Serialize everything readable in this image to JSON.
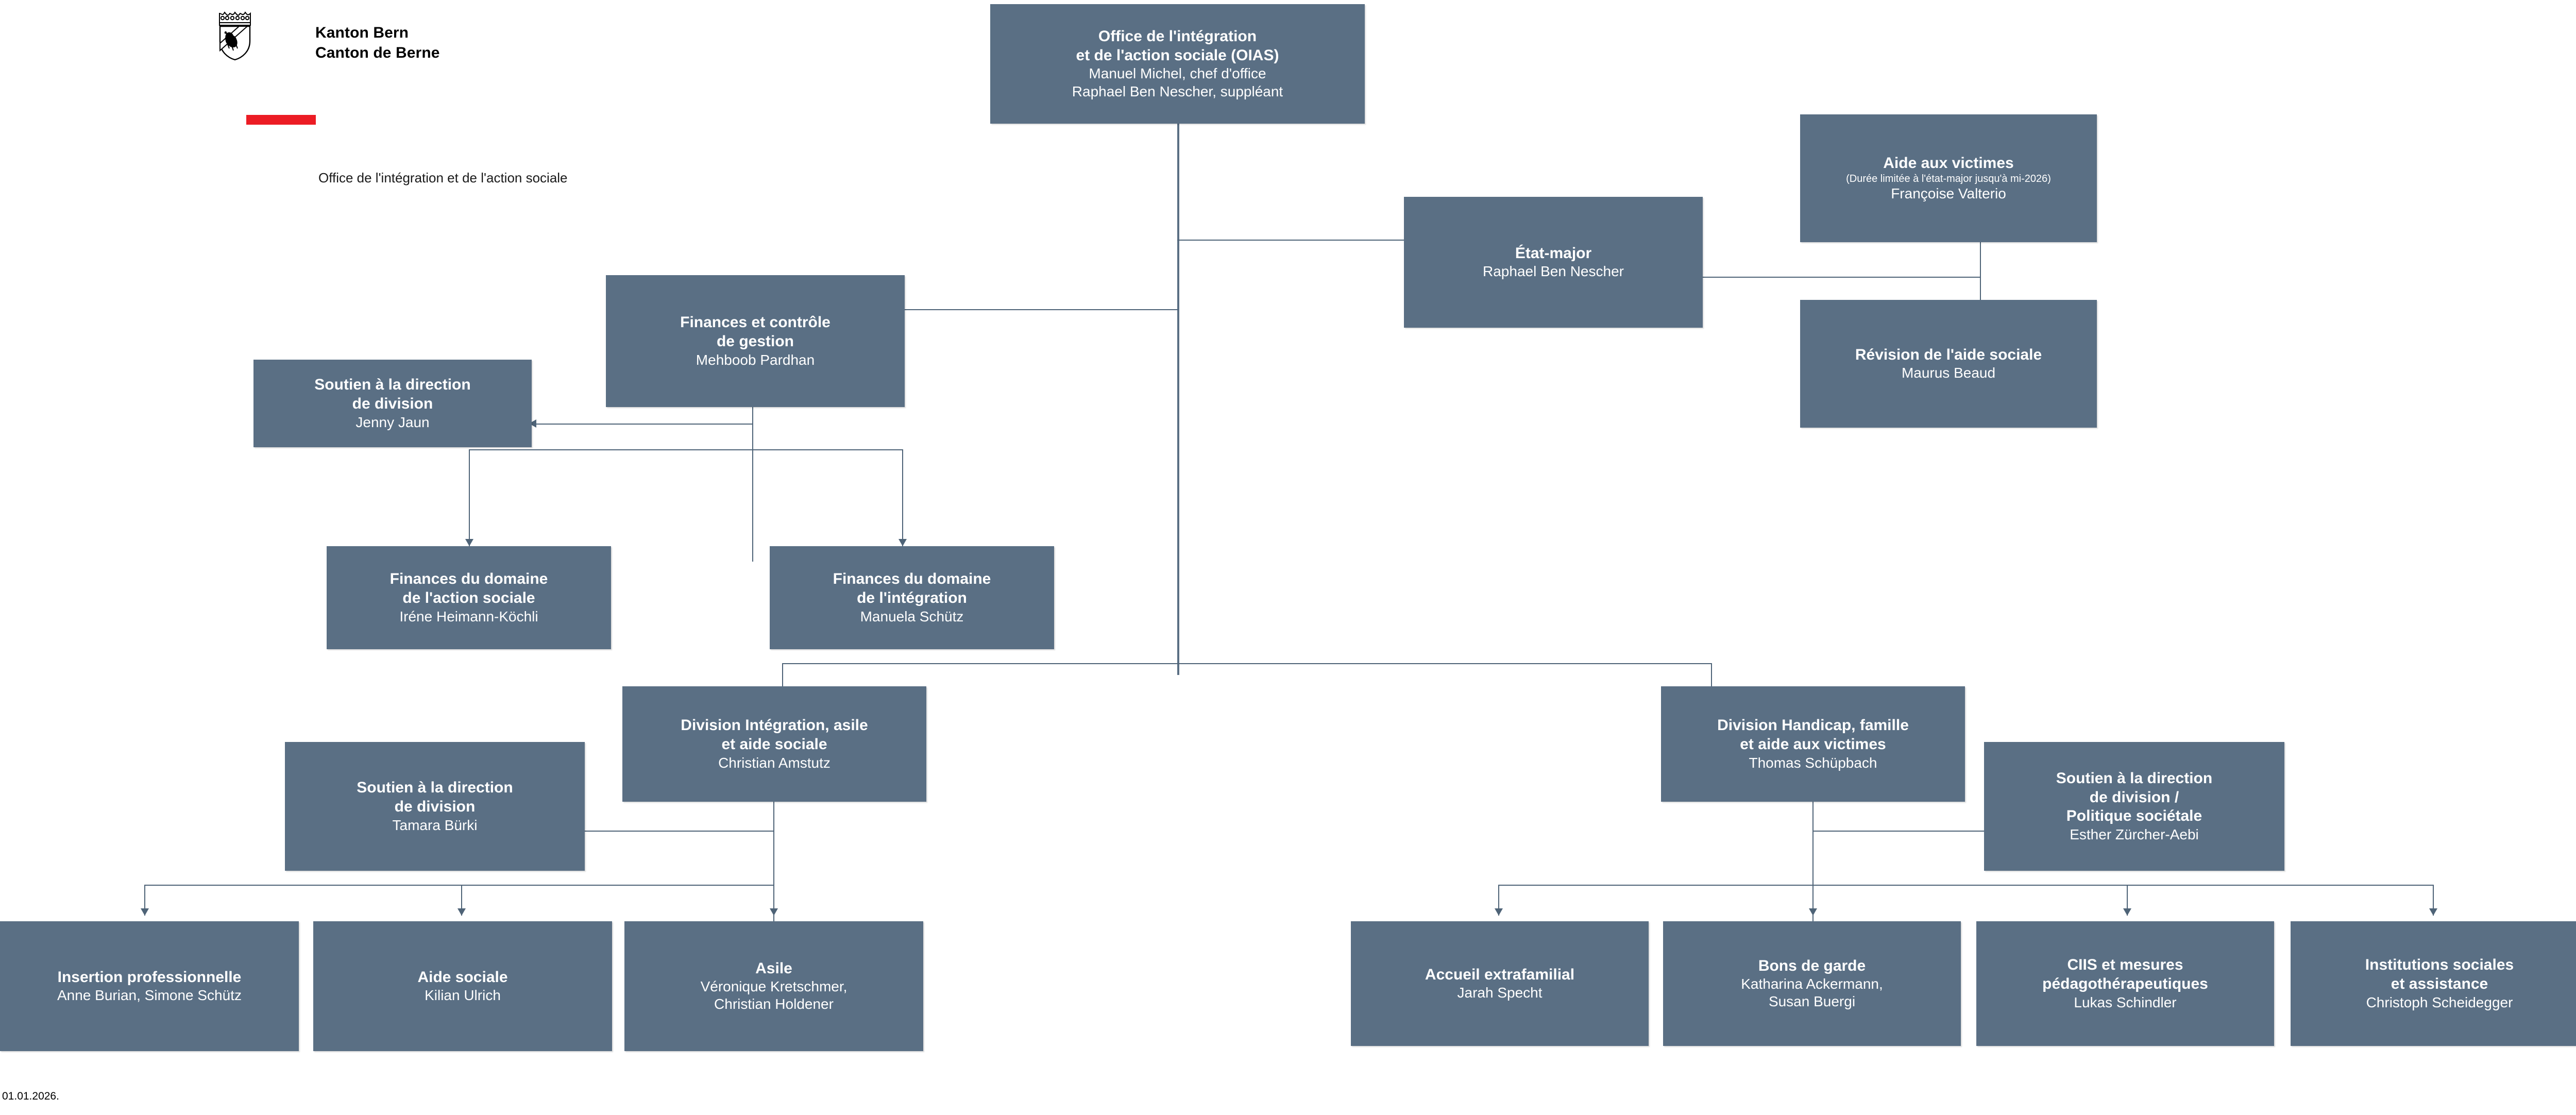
{
  "logo": {
    "line1": "Kanton Bern",
    "line2": "Canton de Berne",
    "accent_color": "#ec1c24",
    "coat_of_arms_alt": "bern-coat-of-arms"
  },
  "office_subtitle": "Office de l'intégration et de l'action sociale",
  "footer": {
    "date": "01.01.2026."
  },
  "theme": {
    "node_fill": "#5a6f84",
    "node_text": "#ffffff",
    "connector": "#4e6377",
    "background": "#ffffff"
  },
  "chart_data": {
    "type": "diagram",
    "title": "Office de l'intégration et de l'action sociale (OIAS) — organigramme",
    "nodes": [
      {
        "id": "oias",
        "title": "Office de l'intégration\net de l'action sociale (OIAS)",
        "sub": "Manuel Michel, chef d'office\nRaphael Ben Nescher, suppléant",
        "level": 0
      },
      {
        "id": "etat-major",
        "title": "État-major",
        "sub": "Raphael Ben Nescher",
        "level": 1
      },
      {
        "id": "aide-aux-victimes",
        "title": "Aide aux victimes",
        "note": "(Durée limitée à l'état-major jusqu'à mi-2026)",
        "sub": "Françoise Valterio",
        "level": 2
      },
      {
        "id": "revision-aide-sociale",
        "title": "Révision de l'aide sociale",
        "sub": "Maurus Beaud",
        "level": 2
      },
      {
        "id": "finances-controle",
        "title": "Finances et contrôle\nde gestion",
        "sub": "Mehboob Pardhan",
        "level": 1
      },
      {
        "id": "soutien-direction-division-finances",
        "title": "Soutien à la direction\nde division",
        "sub": "Jenny Jaun",
        "level": 2
      },
      {
        "id": "finances-action-sociale",
        "title": "Finances du domaine\nde l'action sociale",
        "sub": "Iréne Heimann-Köchli",
        "level": 2
      },
      {
        "id": "finances-integration",
        "title": "Finances du domaine\nde l'intégration",
        "sub": "Manuela Schütz",
        "level": 2
      },
      {
        "id": "division-integration",
        "title": "Division Intégration, asile\net aide sociale",
        "sub": "Christian Amstutz",
        "level": 1
      },
      {
        "id": "soutien-direction-division-integration",
        "title": "Soutien à la direction\nde division",
        "sub": "Tamara Bürki",
        "level": 2
      },
      {
        "id": "insertion-professionnelle",
        "title": "Insertion professionnelle",
        "sub": "Anne Burian, Simone Schütz",
        "level": 2
      },
      {
        "id": "aide-sociale",
        "title": "Aide sociale",
        "sub": "Kilian Ulrich",
        "level": 2
      },
      {
        "id": "asile",
        "title": "Asile",
        "sub": "Véronique Kretschmer,\nChristian Holdener",
        "level": 2
      },
      {
        "id": "division-handicap",
        "title": "Division Handicap, famille\net aide aux victimes",
        "sub": "Thomas Schüpbach",
        "level": 1
      },
      {
        "id": "soutien-direction-division-politique",
        "title": "Soutien à la direction\nde division /\nPolitique sociétale",
        "sub": "Esther Zürcher-Aebi",
        "level": 2
      },
      {
        "id": "accueil-extrafamilial",
        "title": "Accueil extrafamilial",
        "sub": "Jarah Specht",
        "level": 2
      },
      {
        "id": "bons-de-garde",
        "title": "Bons de garde",
        "sub": "Katharina Ackermann,\nSusan Buergi",
        "level": 2
      },
      {
        "id": "ciis-mesures",
        "title": "CIIS et mesures\npédagothérapeutiques",
        "sub": "Lukas Schindler",
        "level": 2
      },
      {
        "id": "institutions-sociales",
        "title": "Institutions sociales\net assistance",
        "sub": "Christoph Scheidegger",
        "level": 2
      }
    ],
    "edges": [
      {
        "from": "oias",
        "to": "etat-major"
      },
      {
        "from": "etat-major",
        "to": "aide-aux-victimes"
      },
      {
        "from": "etat-major",
        "to": "revision-aide-sociale"
      },
      {
        "from": "oias",
        "to": "finances-controle"
      },
      {
        "from": "finances-controle",
        "to": "soutien-direction-division-finances"
      },
      {
        "from": "finances-controle",
        "to": "finances-action-sociale"
      },
      {
        "from": "finances-controle",
        "to": "finances-integration"
      },
      {
        "from": "oias",
        "to": "division-integration"
      },
      {
        "from": "division-integration",
        "to": "soutien-direction-division-integration"
      },
      {
        "from": "division-integration",
        "to": "insertion-professionnelle"
      },
      {
        "from": "division-integration",
        "to": "aide-sociale"
      },
      {
        "from": "division-integration",
        "to": "asile"
      },
      {
        "from": "oias",
        "to": "division-handicap"
      },
      {
        "from": "division-handicap",
        "to": "soutien-direction-division-politique"
      },
      {
        "from": "division-handicap",
        "to": "accueil-extrafamilial"
      },
      {
        "from": "division-handicap",
        "to": "bons-de-garde"
      },
      {
        "from": "division-handicap",
        "to": "ciis-mesures"
      },
      {
        "from": "division-handicap",
        "to": "institutions-sociales"
      }
    ]
  }
}
